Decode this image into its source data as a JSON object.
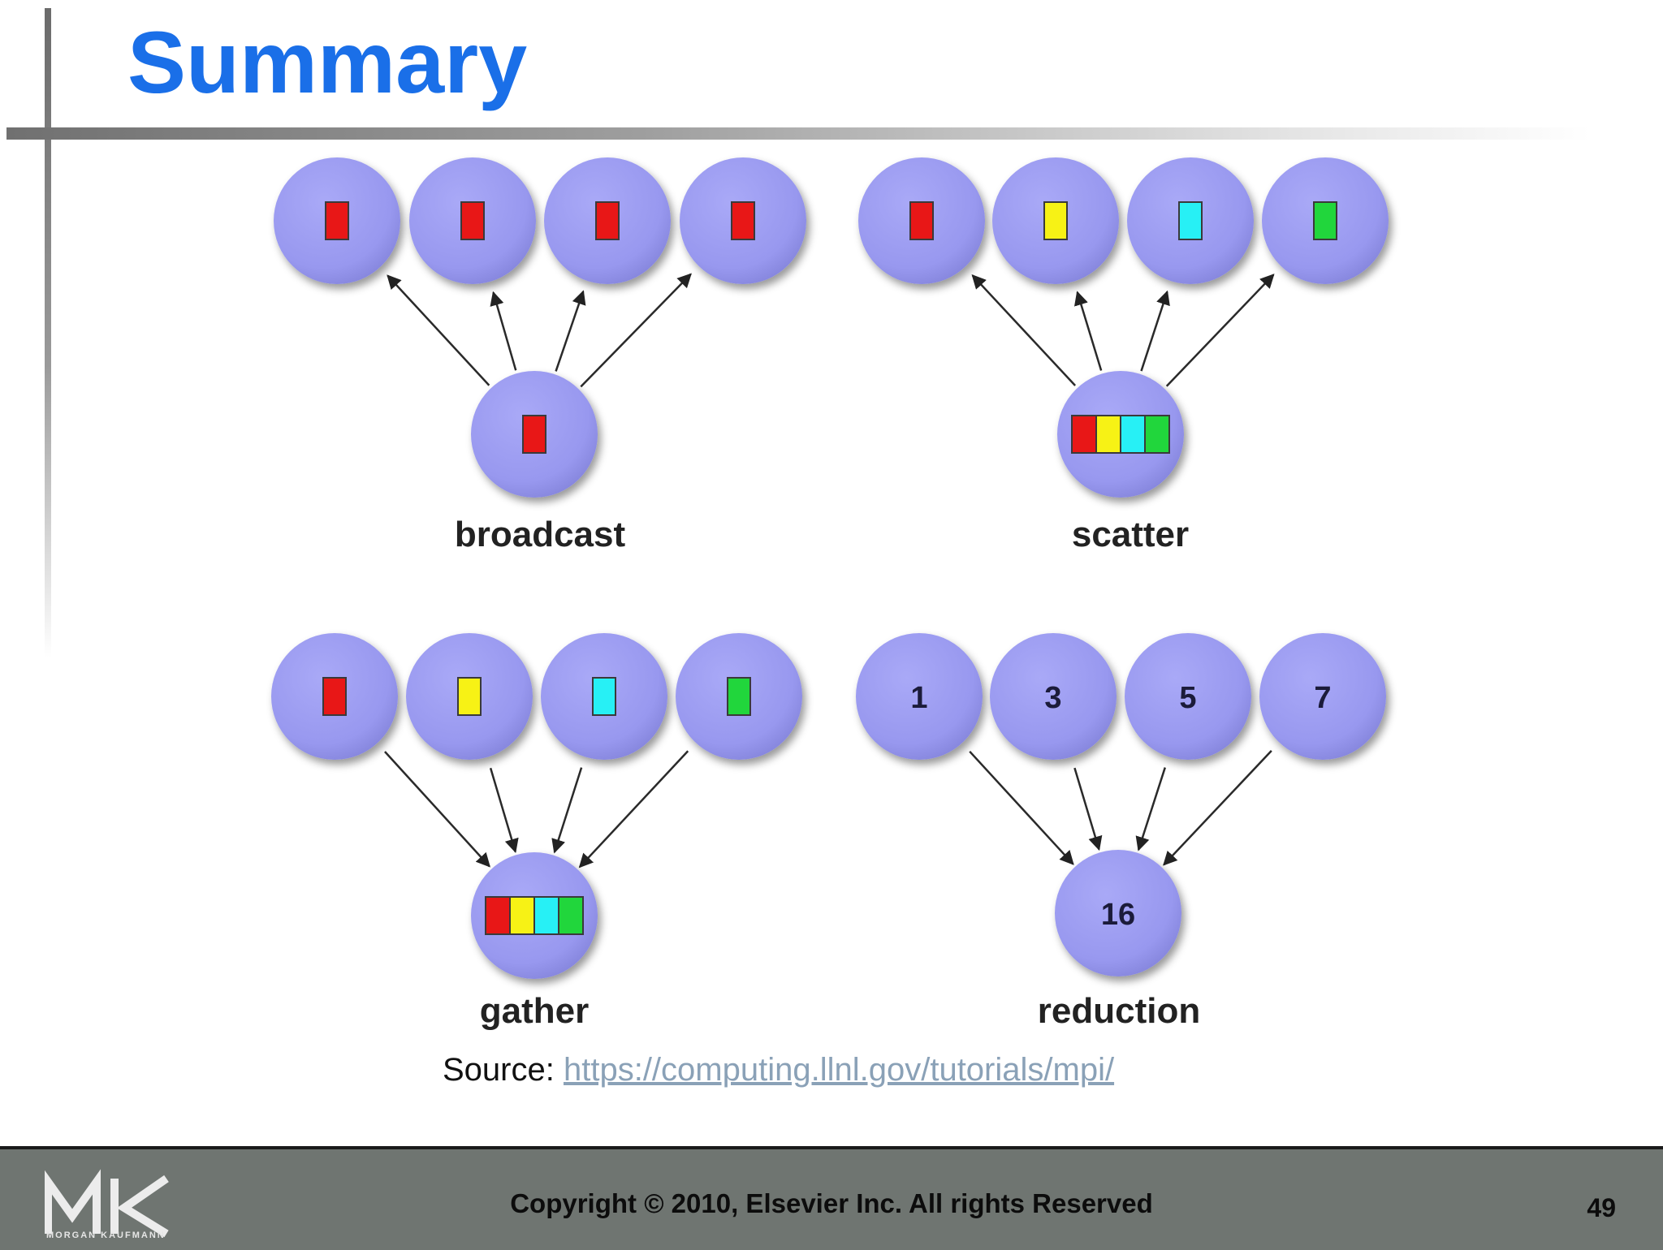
{
  "slide": {
    "title": "Summary"
  },
  "colors": {
    "node": "#9b9bf2",
    "red": "#e81717",
    "yellow": "#f7f215",
    "cyan": "#27f0f5",
    "green": "#21d63c",
    "title": "#1a6fe8"
  },
  "diagrams": [
    {
      "name": "broadcast",
      "label": "broadcast",
      "direction": "root-to-leaves",
      "root": {
        "blocks": [
          "red"
        ]
      },
      "leaves": [
        {
          "blocks": [
            "red"
          ]
        },
        {
          "blocks": [
            "red"
          ]
        },
        {
          "blocks": [
            "red"
          ]
        },
        {
          "blocks": [
            "red"
          ]
        }
      ]
    },
    {
      "name": "scatter",
      "label": "scatter",
      "direction": "root-to-leaves",
      "root": {
        "blocks": [
          "red",
          "yellow",
          "cyan",
          "green"
        ]
      },
      "leaves": [
        {
          "blocks": [
            "red"
          ]
        },
        {
          "blocks": [
            "yellow"
          ]
        },
        {
          "blocks": [
            "cyan"
          ]
        },
        {
          "blocks": [
            "green"
          ]
        }
      ]
    },
    {
      "name": "gather",
      "label": "gather",
      "direction": "leaves-to-root",
      "root": {
        "blocks": [
          "red",
          "yellow",
          "cyan",
          "green"
        ]
      },
      "leaves": [
        {
          "blocks": [
            "red"
          ]
        },
        {
          "blocks": [
            "yellow"
          ]
        },
        {
          "blocks": [
            "cyan"
          ]
        },
        {
          "blocks": [
            "green"
          ]
        }
      ]
    },
    {
      "name": "reduction",
      "label": "reduction",
      "direction": "leaves-to-root",
      "root": {
        "value": "16"
      },
      "leaves": [
        {
          "value": "1"
        },
        {
          "value": "3"
        },
        {
          "value": "5"
        },
        {
          "value": "7"
        }
      ]
    }
  ],
  "source": {
    "prefix": "Source:",
    "link": "https://computing.llnl.gov/tutorials/mpi/"
  },
  "footer": {
    "logo_text": "MORGAN KAUFMANN",
    "copyright": "Copyright © 2010, Elsevier Inc. All rights Reserved",
    "page": "49"
  }
}
